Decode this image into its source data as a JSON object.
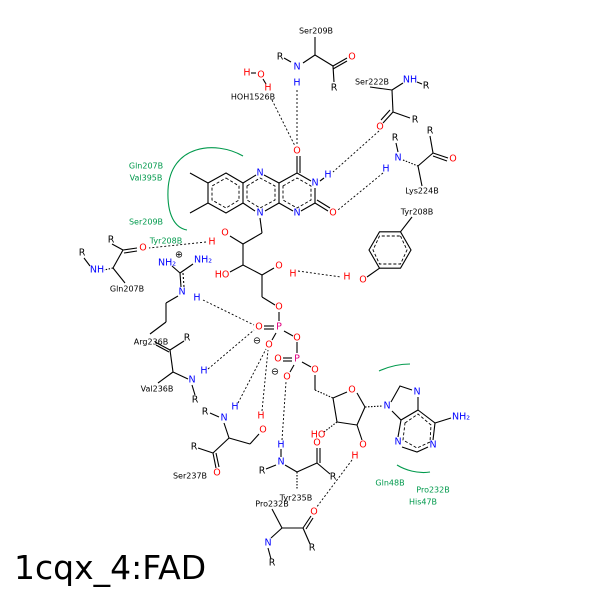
{
  "title": "1cqx_4:FAD",
  "atoms": {
    "N": "N",
    "O": "O",
    "H": "H",
    "R": "R",
    "P": "P",
    "NH": "NH",
    "HO": "HO",
    "NH2": "NH₂",
    "plus": "⊕",
    "minus": "⊖"
  },
  "residues": {
    "ser209_top": "Ser209B",
    "hoh": "HOH1526B",
    "ser222": "Ser222B",
    "lys224": "Lys224B",
    "tyr208": "Tyr208B",
    "gln207": "Gln207B",
    "arg236": "Arg236B",
    "val236": "Val236B",
    "ser237": "Ser237B",
    "tyr235": "Tyr235B",
    "pro232": "Pro232B"
  },
  "hydrophobic": {
    "gln207": "Gln207B",
    "val395": "Val395B",
    "ser209": "Ser209B",
    "tyr208": "Tyr208B",
    "gln48": "Gln48B",
    "pro232": "Pro232B",
    "his47": "His47B"
  },
  "colors": {
    "nitrogen": "#0000ff",
    "oxygen": "#ff0000",
    "phosphorus": "#e0007f",
    "hydrophobic": "#00994c"
  }
}
